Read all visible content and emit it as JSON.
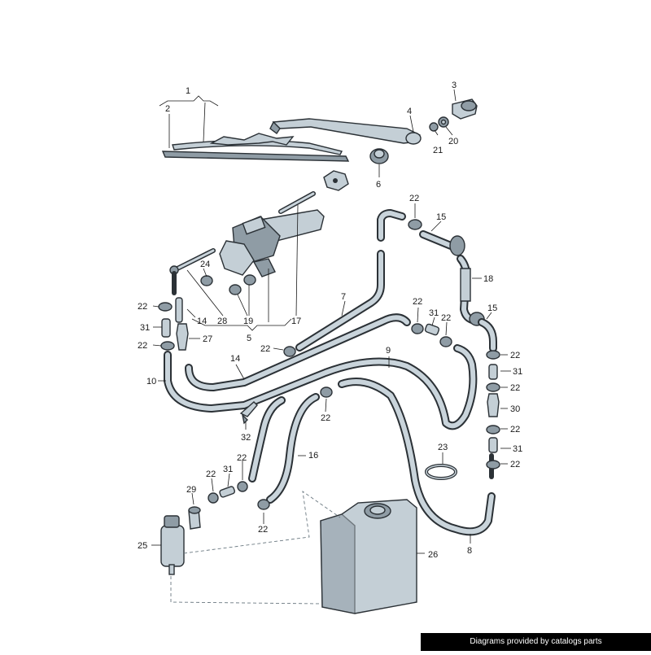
{
  "labels": {
    "p1": "1",
    "p2": "2",
    "p3": "3",
    "p4": "4",
    "p5": "5",
    "p6": "6",
    "p7": "7",
    "p8": "8",
    "p9": "9",
    "p10": "10",
    "p14a": "14",
    "p14b": "14",
    "p15a": "15",
    "p15b": "15",
    "p16": "16",
    "p17": "17",
    "p18": "18",
    "p19": "19",
    "p20": "20",
    "p21": "21",
    "p22a": "22",
    "p22b": "22",
    "p22c": "22",
    "p22d": "22",
    "p22e": "22",
    "p22f": "22",
    "p22g": "22",
    "p22h": "22",
    "p22i": "22",
    "p22j": "22",
    "p22k": "22",
    "p22l": "22",
    "p22m": "22",
    "p22n": "22",
    "p23": "23",
    "p24": "24",
    "p25": "25",
    "p26": "26",
    "p27": "27",
    "p28": "28",
    "p29": "29",
    "p30": "30",
    "p31a": "31",
    "p31b": "31",
    "p31c": "31",
    "p31d": "31",
    "p31e": "31",
    "p32": "32"
  },
  "credit": "Diagrams provided by catalogs parts"
}
